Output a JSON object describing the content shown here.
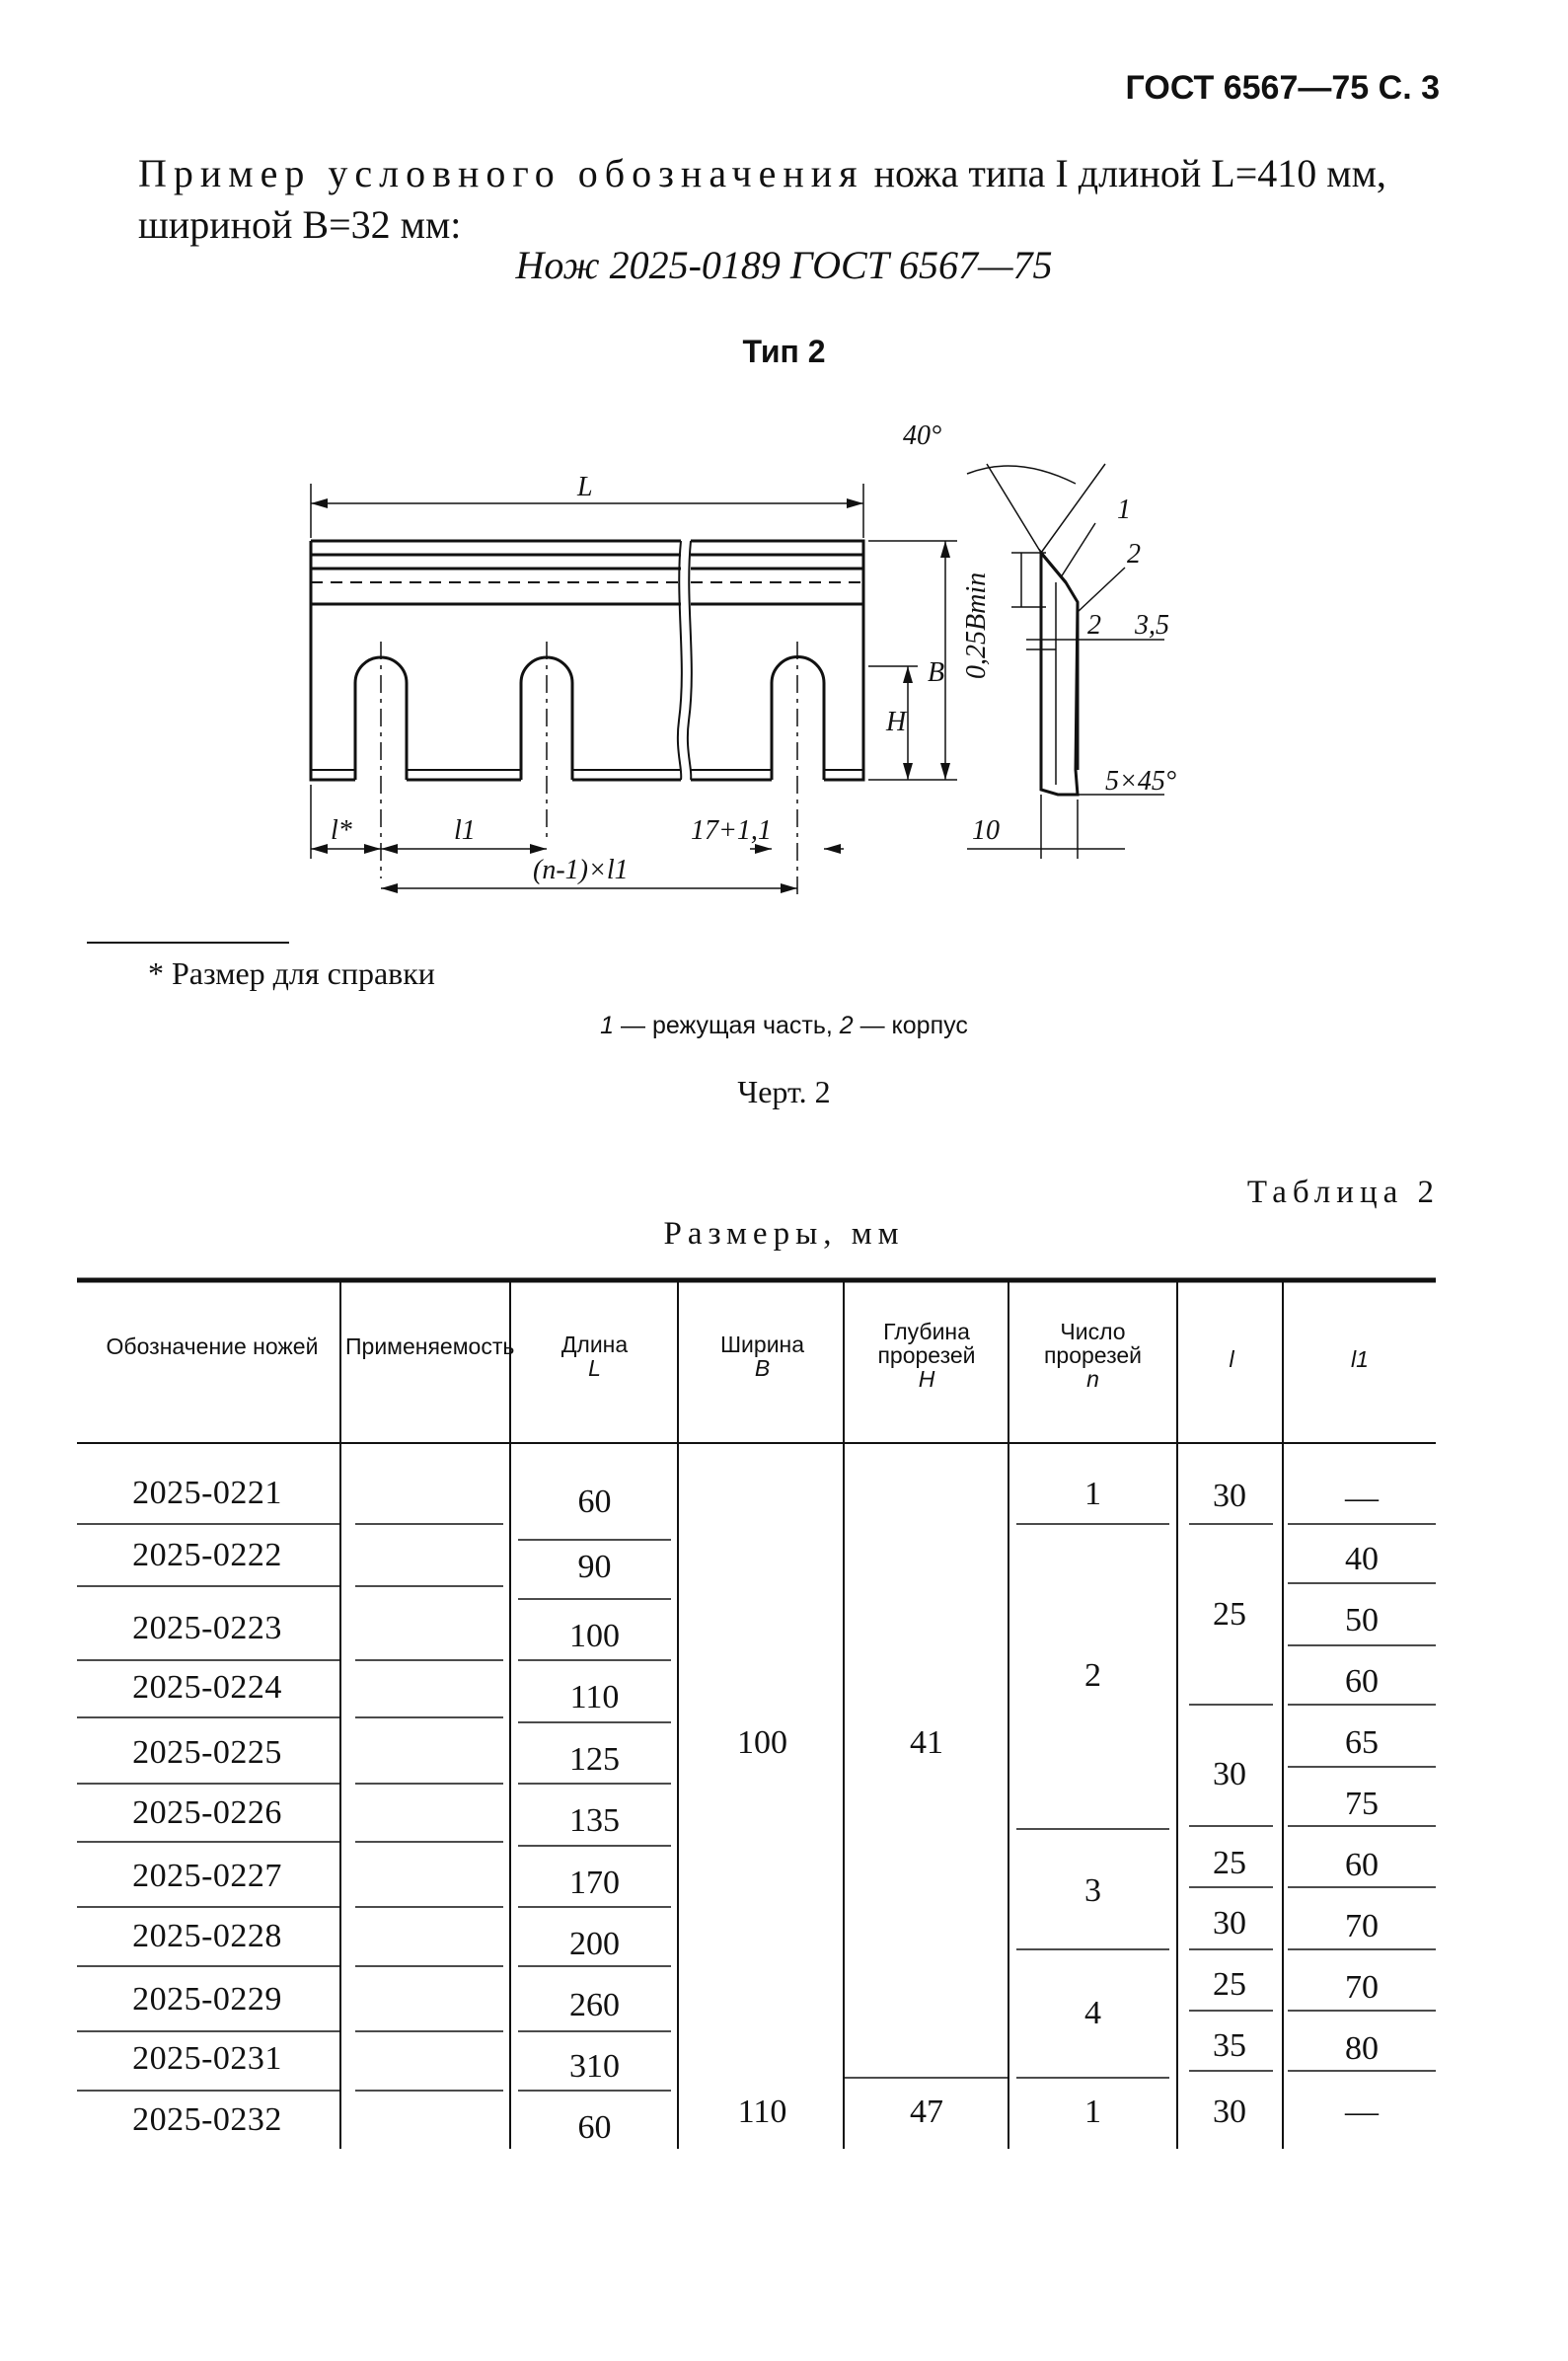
{
  "header": {
    "page_ref": "ГОСТ 6567—75 С. 3"
  },
  "intro": {
    "text_spaced": "Пример условного обозначения",
    "text_rest": " ножа типа I длиной L=410 мм, шириной B=32 мм:",
    "designation": "Нож 2025-0189 ГОСТ 6567—75"
  },
  "drawing": {
    "type_label": "Тип 2",
    "angle": "40°",
    "callout_1": "1",
    "callout_2": "2",
    "dim_L": "L",
    "dim_B": "B",
    "dim_H": "H",
    "dim_bmin": "0,25Bmin",
    "dim_2": "2",
    "dim_35": "3,5",
    "dim_l": "l*",
    "dim_l1": "l1",
    "dim_17": "17+1,1",
    "dim_n": "(n-1)×l1",
    "dim_10": "10",
    "dim_chamfer": "5×45°"
  },
  "footnote": "* Размер для справки",
  "legend": {
    "n1": "1",
    "t1": " — режущая часть, ",
    "n2": "2",
    "t2": " — корпус"
  },
  "figure_caption": "Черт. 2",
  "table": {
    "caption": "Таблица 2",
    "units": "Размеры, мм",
    "headers": {
      "designation": "Обозначение ножей",
      "applicability": "Применяемость",
      "length": "Длина",
      "length_sym": "L",
      "width": "Ширина",
      "width_sym": "B",
      "depth": "Глубина прорезей",
      "depth_sym": "H",
      "count": "Число прорезей",
      "count_sym": "n",
      "l": "l",
      "l1": "l1"
    },
    "designations": [
      "2025-0221",
      "2025-0222",
      "2025-0223",
      "2025-0224",
      "2025-0225",
      "2025-0226",
      "2025-0227",
      "2025-0228",
      "2025-0229",
      "2025-0231",
      "2025-0232"
    ],
    "lengths": [
      "60",
      "90",
      "100",
      "110",
      "125",
      "135",
      "170",
      "200",
      "260",
      "310",
      "60"
    ],
    "width_groups": [
      "100",
      "110"
    ],
    "depth_groups": [
      "41",
      "47"
    ],
    "count_groups": [
      "1",
      "2",
      "3",
      "4",
      "1"
    ],
    "l_groups": [
      "30",
      "25",
      "30",
      "25",
      "30",
      "25",
      "35",
      "30"
    ],
    "l1_values": [
      "—",
      "40",
      "50",
      "60",
      "65",
      "75",
      "60",
      "70",
      "70",
      "80",
      "—"
    ]
  }
}
